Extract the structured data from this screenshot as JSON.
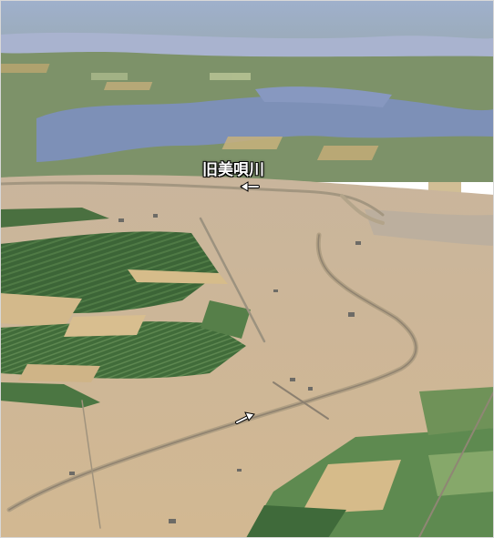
{
  "photo": {
    "annotation_label": "旧美唄川",
    "arrows": [
      {
        "name": "arrow-upper",
        "direction": "left"
      },
      {
        "name": "arrow-lower",
        "direction": "up-right"
      }
    ],
    "colors": {
      "flood_water": "#cdb393",
      "field_green": "#3f6b3a",
      "field_light": "#6d8d55",
      "distant_water": "#7c8fb8",
      "sky_haze": "#aab4cf",
      "label_text": "#ffffff"
    }
  }
}
